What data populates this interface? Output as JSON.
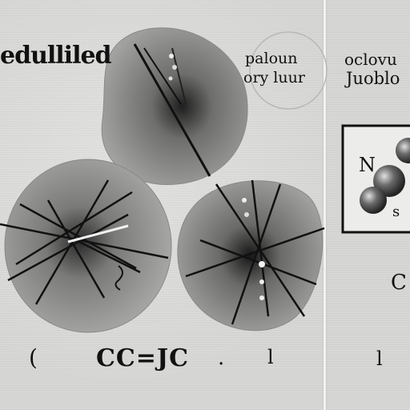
{
  "texts": {
    "heading": "edulliled",
    "mid_label_1": "paloun",
    "mid_label_2": "ory luur",
    "right_label_1": "oclovu",
    "right_label_2": "Juoblo",
    "box_n": "N",
    "box_s": "s",
    "right_c": "C",
    "bottom_paren": "(",
    "bottom_formula": "CC=JC",
    "bottom_dot": ".",
    "bottom_bar_1": "l",
    "bottom_bar_2": "l"
  },
  "colors": {
    "background": "#d6d6d4",
    "ink": "#111111",
    "disc_fill": "#9a9a98"
  }
}
